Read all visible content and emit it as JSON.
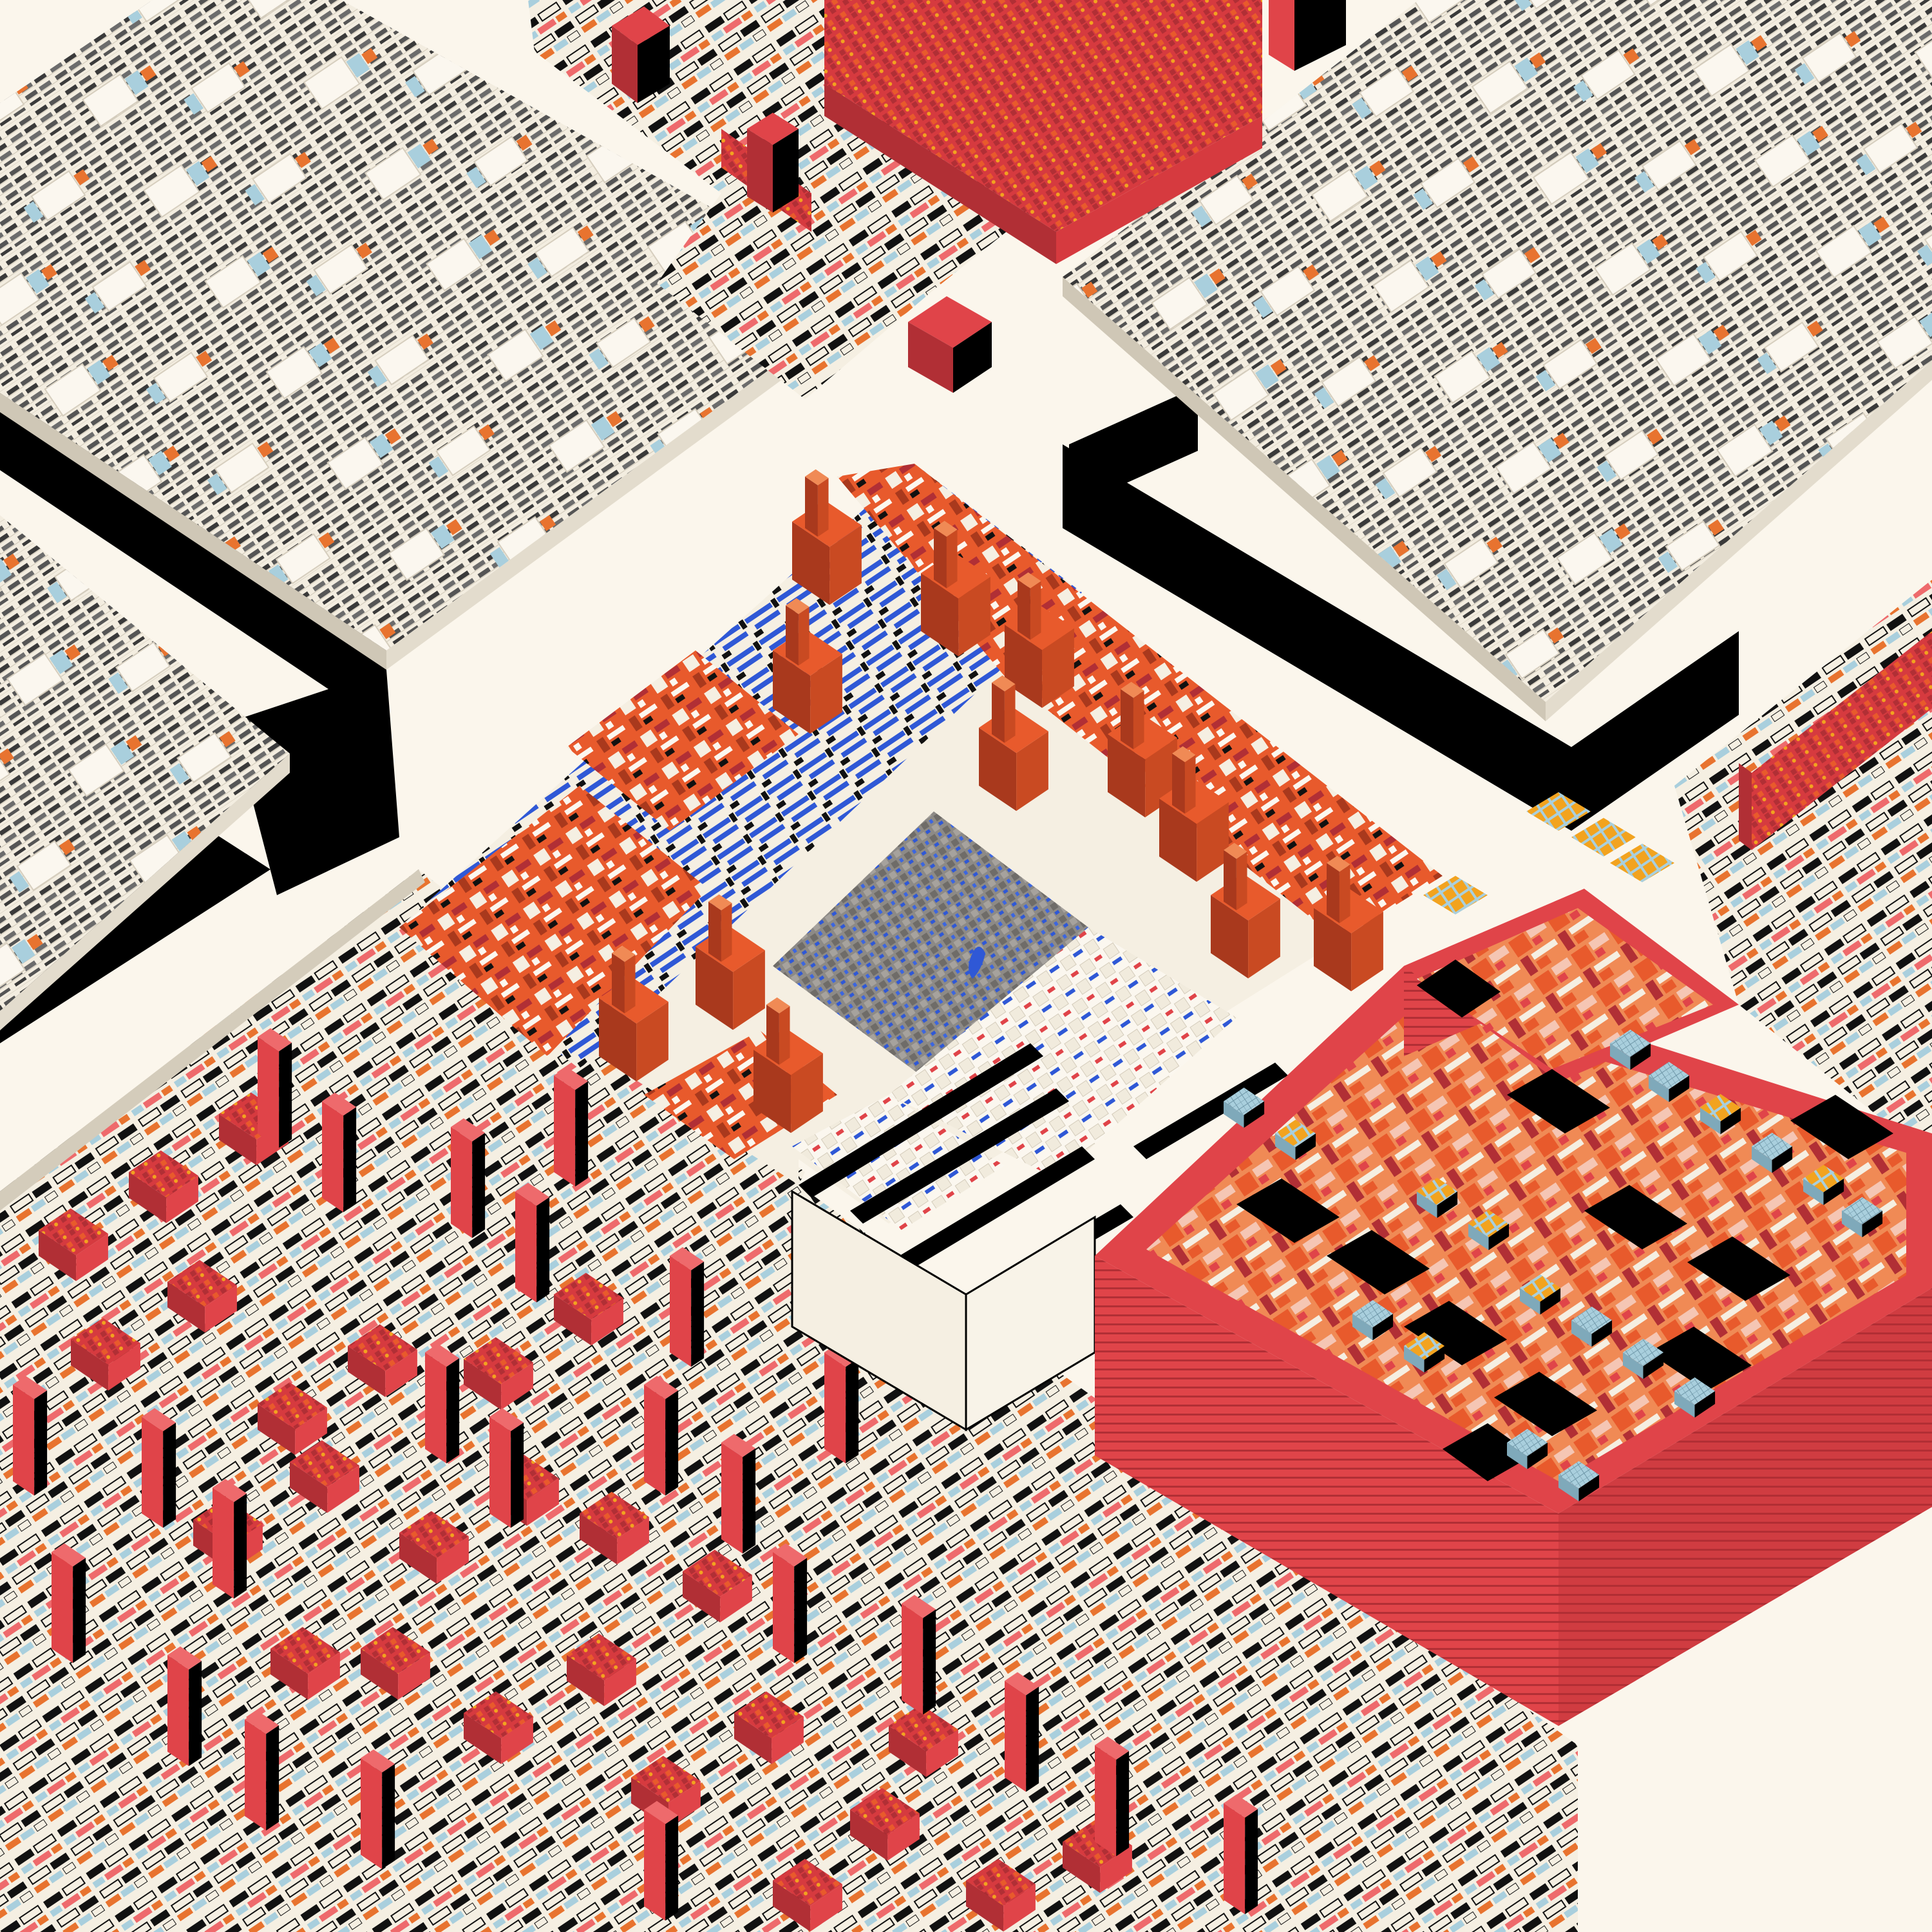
{
  "palette": {
    "background": "#fbf6ec",
    "black": "#000000",
    "red": "#e04449",
    "red_dark": "#b12f35",
    "red_light": "#ee6a6c",
    "orange": "#e85a2c",
    "orange_dark": "#a9391d",
    "orange_light": "#f08a55",
    "amber": "#f2a31f",
    "cream": "#f5efe2",
    "cream_dark": "#d9d1c0",
    "pale_blue": "#a9cfdd",
    "pale_blue_dark": "#7fa9ba",
    "gray": "#8d8a86",
    "gray_dark": "#5c5a58",
    "royal_blue": "#2f58d6",
    "tan": "#c9a978"
  },
  "scene": {
    "description_free": true,
    "districts": [
      {
        "name": "district-residential-north-west",
        "style": "cream-tile-grid"
      },
      {
        "name": "district-residential-north-east",
        "style": "cream-tile-grid"
      },
      {
        "name": "district-residential-west-edge",
        "style": "cream-tile-grid"
      },
      {
        "name": "district-red-towers-south-west",
        "style": "red-tower-grid"
      },
      {
        "name": "district-red-towers-north",
        "style": "red-tower-grid"
      },
      {
        "name": "district-red-towers-east",
        "style": "red-tower-grid"
      },
      {
        "name": "district-orange-core",
        "style": "orange-core"
      },
      {
        "name": "district-gray-plaza",
        "style": "gray-checker"
      },
      {
        "name": "district-red-megablock",
        "style": "red-stacked-block"
      }
    ]
  }
}
